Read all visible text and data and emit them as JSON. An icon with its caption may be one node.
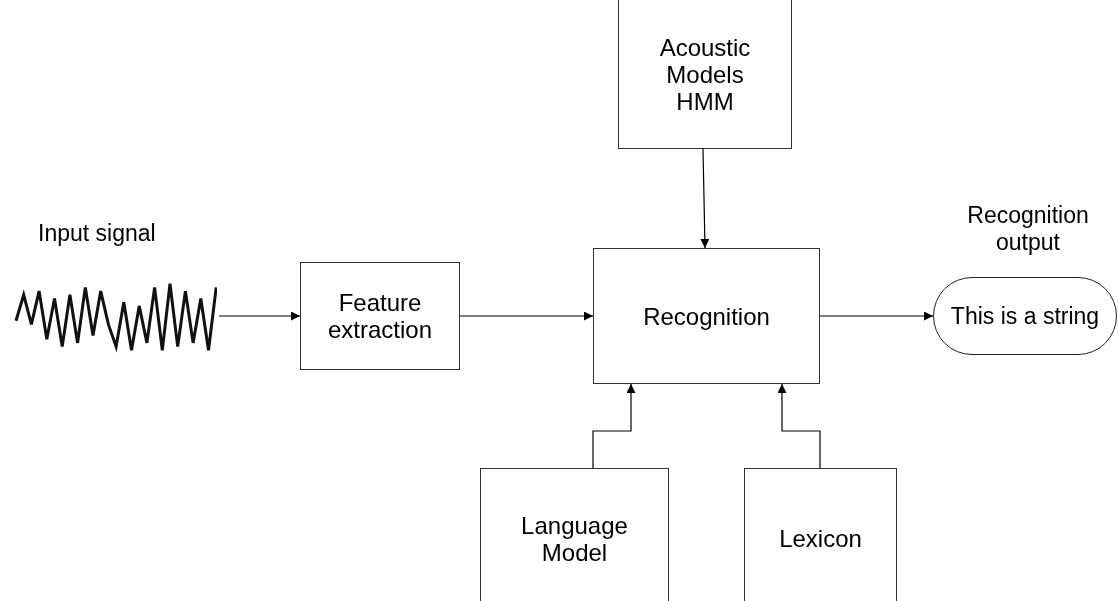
{
  "diagram": {
    "nodes": [
      {
        "text": [],
        "shape": "picture",
        "beside": [
          "Input signal"
        ]
      },
      {
        "text": [
          "Feature extraction"
        ]
      },
      {
        "text": [
          "Acoustic Models HMM"
        ]
      },
      {
        "text": [
          "Recognition"
        ]
      },
      {
        "text": [
          "Recognition output",
          "This is a string"
        ]
      },
      {
        "text": [
          "Language Model"
        ]
      },
      {
        "text": [
          "Lexicon"
        ]
      }
    ],
    "edges": [
      {
        "from": 0,
        "to": 1,
        "arrow": "to"
      },
      {
        "from": 1,
        "to": 3,
        "arrow": "to"
      },
      {
        "from": 2,
        "to": 3,
        "arrow": "to"
      },
      {
        "from": 3,
        "to": 4,
        "arrow": "to"
      },
      {
        "from": 5,
        "to": 3,
        "arrow": "to"
      },
      {
        "from": 6,
        "to": 3,
        "arrow": "to"
      }
    ]
  }
}
